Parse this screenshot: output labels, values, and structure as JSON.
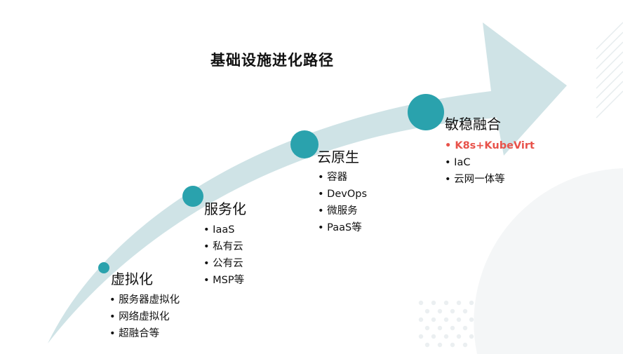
{
  "title": "基础设施进化路径",
  "colors": {
    "arrow": "#cfe3e6",
    "dot": "#2aa2ad",
    "highlight": "#e8524a"
  },
  "stages": [
    {
      "name": "虚拟化",
      "items": [
        "服务器虚拟化",
        "网络虚拟化",
        "超融合等"
      ]
    },
    {
      "name": "服务化",
      "items": [
        "IaaS",
        "私有云",
        "公有云",
        "MSP等"
      ]
    },
    {
      "name": "云原生",
      "items": [
        "容器",
        "DevOps",
        "微服务",
        "PaaS等"
      ]
    },
    {
      "name": "敏稳融合",
      "items": [
        "K8s+KubeVirt",
        "IaC",
        "云网一体等"
      ],
      "highlighted_item": "K8s+KubeVirt"
    }
  ]
}
